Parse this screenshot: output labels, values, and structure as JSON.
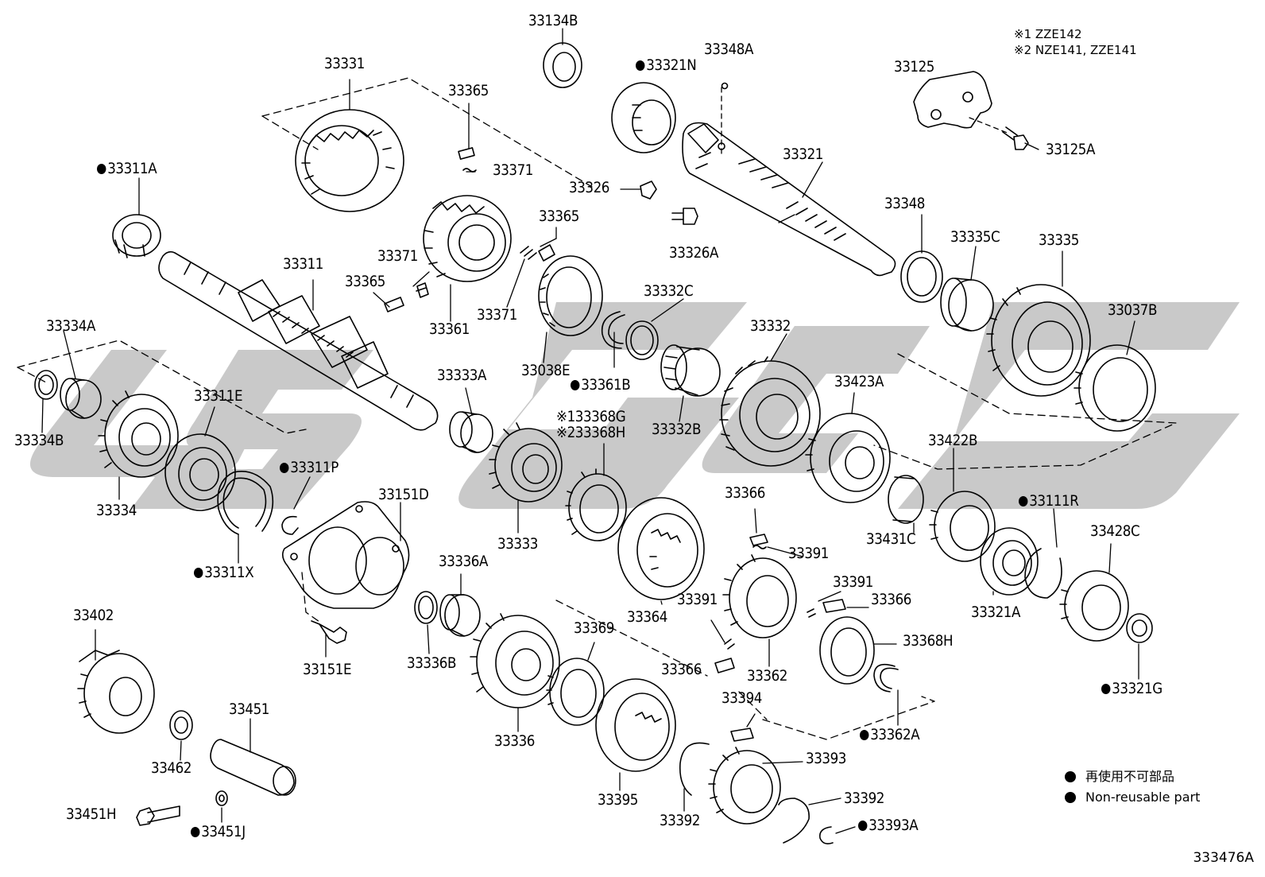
{
  "parts": {
    "p33134B": {
      "label": "33134B",
      "nonreusable": false
    },
    "p33348A": {
      "label": "33348A",
      "nonreusable": false
    },
    "p33321N": {
      "label": "33321N",
      "nonreusable": true
    },
    "p33331": {
      "label": "33331",
      "nonreusable": false
    },
    "p33365a": {
      "label": "33365",
      "nonreusable": false
    },
    "p33125": {
      "label": "33125",
      "nonreusable": false
    },
    "p33125A": {
      "label": "33125A",
      "nonreusable": false
    },
    "p33321": {
      "label": "33321",
      "nonreusable": false
    },
    "p33311A": {
      "label": "33311A",
      "nonreusable": true
    },
    "p33371a": {
      "label": "33371",
      "nonreusable": false
    },
    "p33326": {
      "label": "33326",
      "nonreusable": false
    },
    "p33365b": {
      "label": "33365",
      "nonreusable": false
    },
    "p33348": {
      "label": "33348",
      "nonreusable": false
    },
    "p33326A": {
      "label": "33326A",
      "nonreusable": false
    },
    "p33371b": {
      "label": "33371",
      "nonreusable": false
    },
    "p33311": {
      "label": "33311",
      "nonreusable": false
    },
    "p33335C": {
      "label": "33335C",
      "nonreusable": false
    },
    "p33335": {
      "label": "33335",
      "nonreusable": false
    },
    "p33365c": {
      "label": "33365",
      "nonreusable": false
    },
    "p33332C": {
      "label": "33332C",
      "nonreusable": false
    },
    "p33037B": {
      "label": "33037B",
      "nonreusable": false
    },
    "p33371c": {
      "label": "33371",
      "nonreusable": false
    },
    "p33361": {
      "label": "33361",
      "nonreusable": false
    },
    "p33332": {
      "label": "33332",
      "nonreusable": false
    },
    "p33334A": {
      "label": "33334A",
      "nonreusable": false
    },
    "p33038E": {
      "label": "33038E",
      "nonreusable": false
    },
    "p33333A": {
      "label": "33333A",
      "nonreusable": false
    },
    "p33361B": {
      "label": "33361B",
      "nonreusable": true
    },
    "p33423A": {
      "label": "33423A",
      "nonreusable": false
    },
    "p33311E": {
      "label": "33311E",
      "nonreusable": false
    },
    "p33368G": {
      "label": "※133368G",
      "nonreusable": false
    },
    "p33332B": {
      "label": "33332B",
      "nonreusable": false
    },
    "p33368Hb": {
      "label": "※233368H",
      "nonreusable": false
    },
    "p33334B": {
      "label": "33334B",
      "nonreusable": false
    },
    "p33422B": {
      "label": "33422B",
      "nonreusable": false
    },
    "p33311P": {
      "label": "33311P",
      "nonreusable": true
    },
    "p33151D": {
      "label": "33151D",
      "nonreusable": false
    },
    "p33366a": {
      "label": "33366",
      "nonreusable": false
    },
    "p33111R": {
      "label": "33111R",
      "nonreusable": true
    },
    "p33334": {
      "label": "33334",
      "nonreusable": false
    },
    "p33428C": {
      "label": "33428C",
      "nonreusable": false
    },
    "p33431C": {
      "label": "33431C",
      "nonreusable": false
    },
    "p33333": {
      "label": "33333",
      "nonreusable": false
    },
    "p33391a": {
      "label": "33391",
      "nonreusable": false
    },
    "p33336A": {
      "label": "33336A",
      "nonreusable": false
    },
    "p33311X": {
      "label": "33311X",
      "nonreusable": true
    },
    "p33391b": {
      "label": "33391",
      "nonreusable": false
    },
    "p33366b": {
      "label": "33366",
      "nonreusable": false
    },
    "p33321A": {
      "label": "33321A",
      "nonreusable": false
    },
    "p33364": {
      "label": "33364",
      "nonreusable": false
    },
    "p33391c": {
      "label": "33391",
      "nonreusable": false
    },
    "p33402": {
      "label": "33402",
      "nonreusable": false
    },
    "p33369": {
      "label": "33369",
      "nonreusable": false
    },
    "p33368H": {
      "label": "33368H",
      "nonreusable": false
    },
    "p33366c": {
      "label": "33366",
      "nonreusable": false
    },
    "p33336B": {
      "label": "33336B",
      "nonreusable": false
    },
    "p33151E": {
      "label": "33151E",
      "nonreusable": false
    },
    "p33362": {
      "label": "33362",
      "nonreusable": false
    },
    "p33321G": {
      "label": "33321G",
      "nonreusable": true
    },
    "p33394": {
      "label": "33394",
      "nonreusable": false
    },
    "p33451": {
      "label": "33451",
      "nonreusable": false
    },
    "p33362A": {
      "label": "33362A",
      "nonreusable": true
    },
    "p33336": {
      "label": "33336",
      "nonreusable": false
    },
    "p33462": {
      "label": "33462",
      "nonreusable": false
    },
    "p33393": {
      "label": "33393",
      "nonreusable": false
    },
    "p33395": {
      "label": "33395",
      "nonreusable": false
    },
    "p33392a": {
      "label": "33392",
      "nonreusable": false
    },
    "p33451H": {
      "label": "33451H",
      "nonreusable": false
    },
    "p33392b": {
      "label": "33392",
      "nonreusable": false
    },
    "p33451J": {
      "label": "33451J",
      "nonreusable": true
    },
    "p33393A": {
      "label": "33393A",
      "nonreusable": true
    }
  },
  "notes": {
    "line1": "※1 ZZE142",
    "line2": "※2 NZE141, ZZE141"
  },
  "legend": {
    "jp": "再使用不可部品",
    "en": "Non-reusable part"
  },
  "figure_code": "333476A",
  "colors": {
    "watermark": "#c8c8c8",
    "ink": "#000000"
  }
}
